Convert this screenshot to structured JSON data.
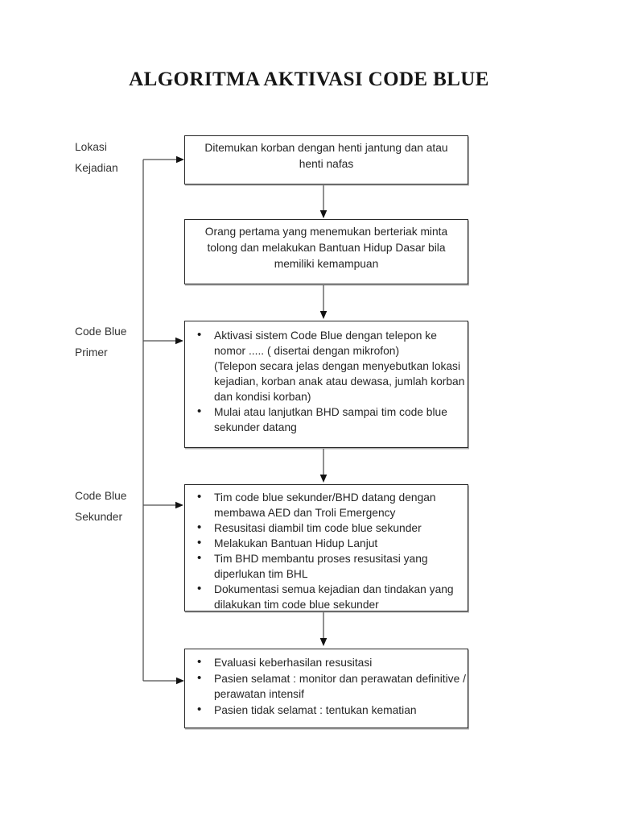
{
  "title": "ALGORITMA AKTIVASI CODE BLUE",
  "phase_labels": [
    {
      "line1": "Lokasi",
      "line2": "Kejadian"
    },
    {
      "line1": "Code Blue",
      "line2": "Primer"
    },
    {
      "line1": "Code Blue",
      "line2": "Sekunder"
    }
  ],
  "boxes": [
    {
      "text": "Ditemukan korban dengan henti jantung dan atau henti nafas"
    },
    {
      "text": "Orang pertama yang menemukan berteriak minta tolong dan melakukan Bantuan Hidup Dasar bila memiliki kemampuan"
    },
    {
      "bullets": [
        "Aktivasi sistem Code Blue dengan telepon ke nomor ..... ( disertai dengan mikrofon)\n(Telepon secara jelas dengan menyebutkan lokasi kejadian, korban anak atau dewasa, jumlah korban dan kondisi korban)",
        "Mulai atau lanjutkan BHD sampai tim code blue sekunder datang"
      ]
    },
    {
      "bullets": [
        "Tim code blue sekunder/BHD datang dengan membawa AED dan Troli Emergency",
        "Resusitasi diambil tim code blue sekunder",
        "Melakukan Bantuan Hidup Lanjut",
        "Tim BHD membantu proses resusitasi yang diperlukan tim BHL",
        "Dokumentasi semua kejadian dan tindakan yang dilakukan tim code blue sekunder"
      ]
    },
    {
      "bullets": [
        "Evaluasi keberhasilan resusitasi",
        "Pasien selamat : monitor dan perawatan definitive / perawatan intensif",
        "Pasien tidak selamat : tentukan kematian"
      ]
    }
  ],
  "colors": {
    "background": "#ffffff",
    "text": "#262626",
    "box_border": "#282828",
    "connector_line": "#4d4d4d",
    "arrowhead": "#121212"
  }
}
